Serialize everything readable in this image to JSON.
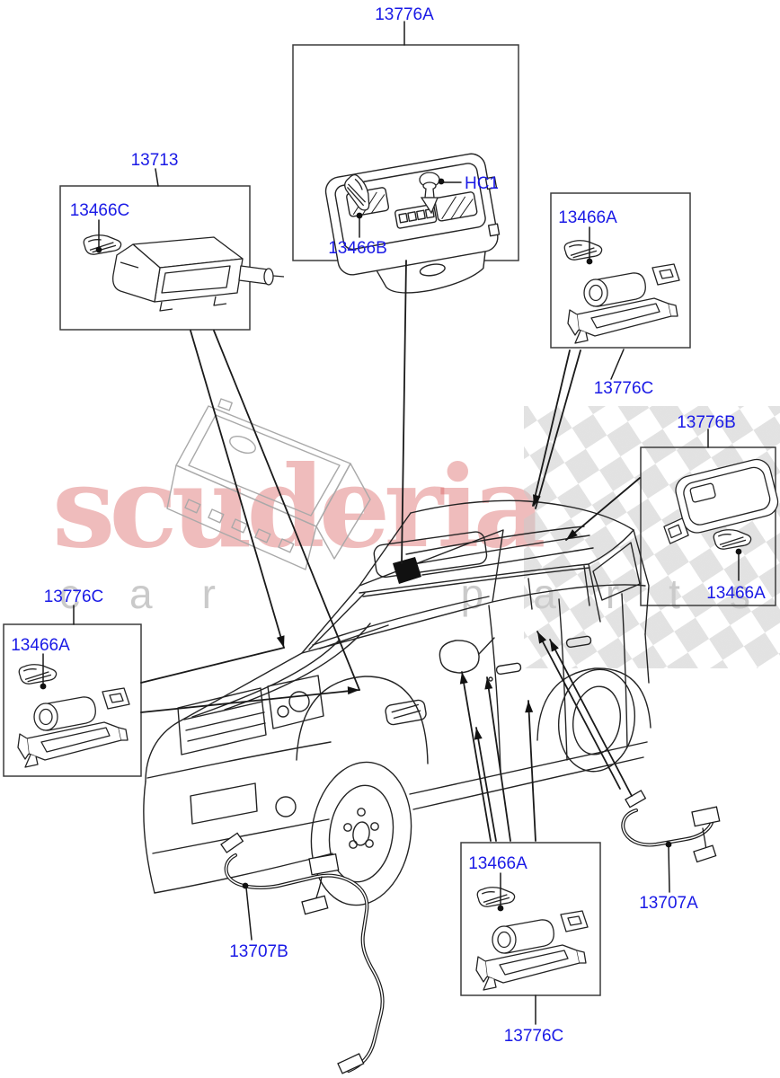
{
  "watermark": {
    "brand": "scuderia",
    "tagline": "car parts",
    "brand_color": "#D65858",
    "tagline_color": "#969696"
  },
  "colors": {
    "callout_blue": "#1A1AE6",
    "line_black": "#1a1a1a",
    "ghost_gray": "#a9a9a9",
    "box_border": "#3c3c3c"
  },
  "callouts": [
    {
      "id": "callout-13776A",
      "text": "13776A"
    },
    {
      "id": "callout-13713",
      "text": "13713"
    },
    {
      "id": "callout-13466C",
      "text": "13466C"
    },
    {
      "id": "callout-13466B",
      "text": "13466B"
    },
    {
      "id": "callout-HC1",
      "text": "HC1"
    },
    {
      "id": "callout-13466A-1",
      "text": "13466A"
    },
    {
      "id": "callout-13776C-1",
      "text": "13776C"
    },
    {
      "id": "callout-13776B",
      "text": "13776B"
    },
    {
      "id": "callout-13466A-2",
      "text": "13466A"
    },
    {
      "id": "callout-13776C-2",
      "text": "13776C"
    },
    {
      "id": "callout-13466A-3",
      "text": "13466A"
    },
    {
      "id": "callout-13466A-4",
      "text": "13466A"
    },
    {
      "id": "callout-13776C-3",
      "text": "13776C"
    },
    {
      "id": "callout-13707B",
      "text": "13707B"
    },
    {
      "id": "callout-13707A",
      "text": "13707A"
    }
  ]
}
